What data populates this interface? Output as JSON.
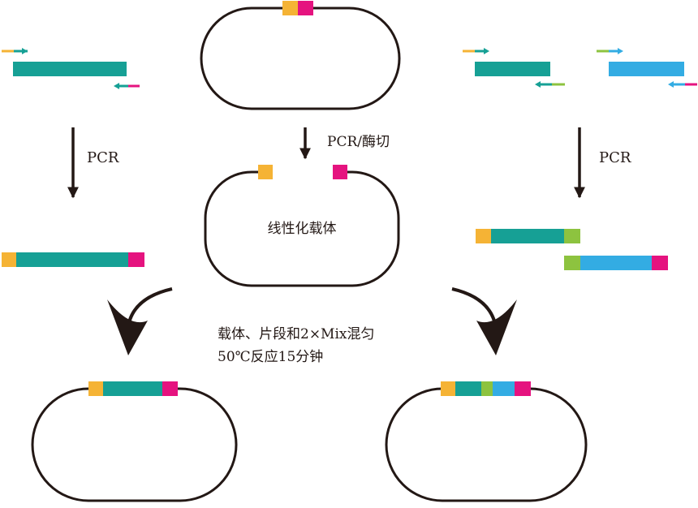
{
  "labels": {
    "pcr_left": "PCR",
    "pcr_right": "PCR",
    "pcr_digest": "PCR/酶切",
    "linear_vector": "线性化载体",
    "mix_line1": "载体、片段和2×Mix混匀",
    "mix_line2": "50℃反应15分钟"
  },
  "colors": {
    "orange": "#F5B335",
    "teal": "#16A095",
    "magenta": "#E5137F",
    "green": "#8DC33F",
    "blue": "#33ACE3",
    "ink": "#231815"
  }
}
